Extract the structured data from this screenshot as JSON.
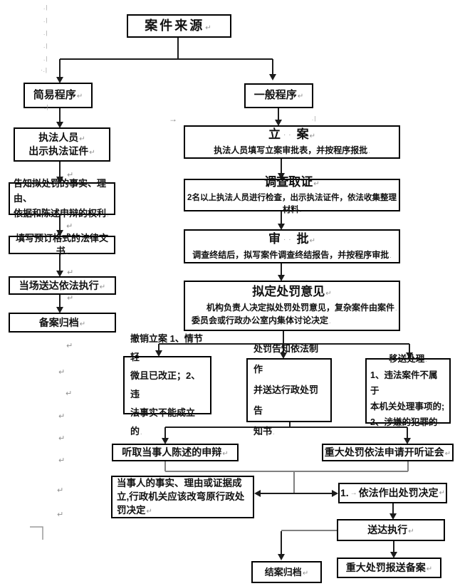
{
  "marks": {
    "return": "↵",
    "dot": ".",
    "tab_arrow": "→",
    "tiny": ".|",
    "tiny_last": "·.|"
  },
  "nodes": {
    "case_source": {
      "label": "案件来源"
    },
    "simple_procedure": {
      "label": "简易程序"
    },
    "general_procedure": {
      "label": "一般程序"
    },
    "law_officer": {
      "line1": "执法人员",
      "line2": "出示执法证件"
    },
    "inform_rights": {
      "line1": "告知拟处罚的事实、理由、",
      "line2": "依据和陈述申辩的权利"
    },
    "fill_documents": {
      "label": "填写预订格式的法律文书"
    },
    "onsite_delivery": {
      "label": "当场送达依法执行"
    },
    "record_filing": {
      "label": "备案归档"
    },
    "file_case": {
      "title_left": "立",
      "title_space": "··",
      "title_right": "案",
      "subtitle": "执法人员填写立案审批表，并按程序报批"
    },
    "investigation": {
      "title": "调查取证",
      "subtitle": "2名以上执法人员进行检查，出示执法证件，依法收集整理材料"
    },
    "approval": {
      "title_left": "审",
      "title_space": "··",
      "title_right": "批",
      "subtitle": "调查终结后，拟写案件调查终结报告，并按程序审批"
    },
    "draft_penalty_opinion": {
      "title": "拟定处罚意见",
      "subtitle1": "机构负责人决定拟处罚处罚意见，复杂案件由案件",
      "subtitle2": "委员会或行政办公室内集体讨论决定"
    },
    "revoke_case": {
      "line1": "撤销立案 1、情节轻",
      "line2": "微且已改正；2、违",
      "line3": "法事实不能成立的"
    },
    "penalty_notification": {
      "line1": "处罚告知依法制作",
      "line2": "并送达行政处罚告",
      "line3": "知书"
    },
    "transfer_handling": {
      "line1": "移送处理",
      "line2": "1、违法案件不属于",
      "line3": "本机关处理事项的;",
      "line4": "2、涉嫌的犯罪的"
    },
    "hear_statement": {
      "label": "听取当事人陈述的申辩"
    },
    "hearing_request": {
      "label": "重大处罚依法申请开听证会"
    },
    "party_facts": {
      "line1": "当事人的事实、理由或证据成",
      "line2": "立,行政机关应该改弯原行政处",
      "line3": "罚决定"
    },
    "make_decision": {
      "prefix": "1.",
      "label": "依法作出处罚决定"
    },
    "deliver_execute": {
      "label": "送达执行"
    },
    "close_case": {
      "label": "结案归档"
    },
    "major_penalty_report": {
      "label": "重大处罚报送备案"
    }
  }
}
